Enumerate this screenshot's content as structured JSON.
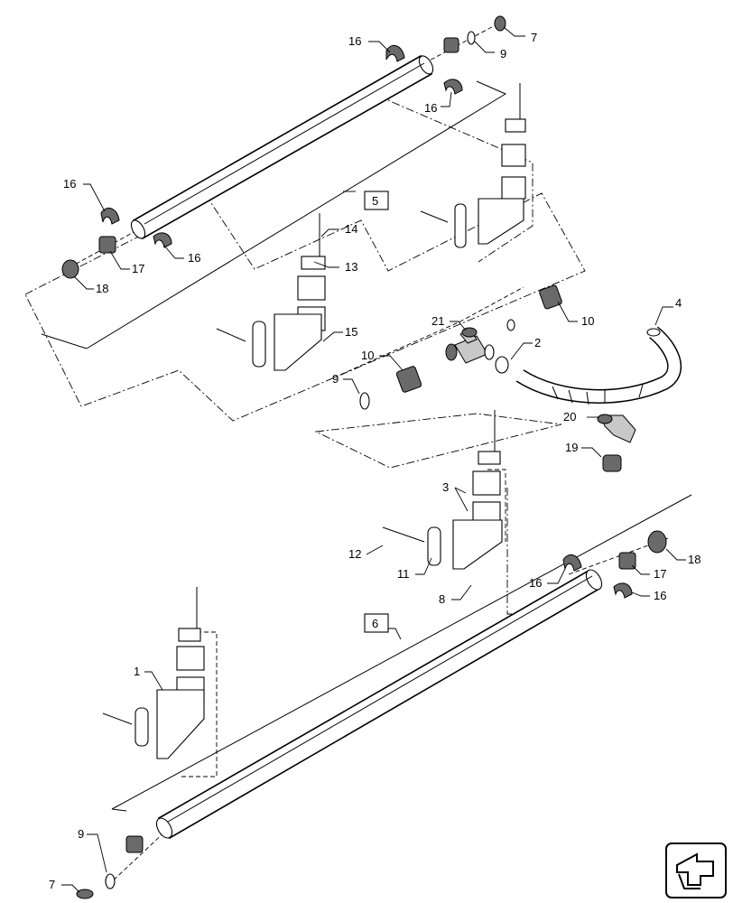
{
  "diagram": {
    "callouts": {
      "c1": "1",
      "c2": "2",
      "c3": "3",
      "c4": "4",
      "c5": "5",
      "c6": "6",
      "c7a": "7",
      "c7b": "7",
      "c8": "8",
      "c9a": "9",
      "c9b": "9",
      "c9c": "9",
      "c10a": "10",
      "c10b": "10",
      "c11": "11",
      "c12": "12",
      "c13": "13",
      "c14": "14",
      "c15": "15",
      "c16a": "16",
      "c16b": "16",
      "c16c": "16",
      "c16d": "16",
      "c16e": "16",
      "c16f": "16",
      "c17a": "17",
      "c17b": "17",
      "c18a": "18",
      "c18b": "18",
      "c19": "19",
      "c20": "20",
      "c21": "21"
    },
    "nav_icon": "next-page-arrow-icon"
  }
}
